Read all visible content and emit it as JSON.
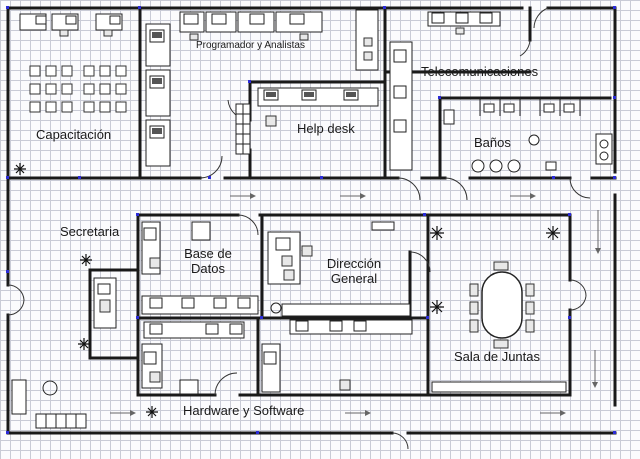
{
  "rooms": {
    "capacitacion": "Capacitación",
    "programador": "Programador y Analistas",
    "telecom": "Telecomunicaciones",
    "helpdesk": "Help desk",
    "banos": "Baños",
    "secretaria": "Secretaria",
    "base_datos_1": "Base de",
    "base_datos_2": "Datos",
    "direccion_1": "Dirección",
    "direccion_2": "General",
    "sala_juntas": "Sala de Juntas",
    "hardware": "Hardware y Software"
  },
  "colors": {
    "wall": "#1a1a1a",
    "grid": "#c9cbd6",
    "connection_point": "#2b2bd8"
  },
  "icons": [
    "plant-icon",
    "computer-workstation-icon",
    "chair-icon",
    "toilet-icon",
    "sink-icon",
    "door-swing-icon",
    "flow-arrow-icon"
  ]
}
